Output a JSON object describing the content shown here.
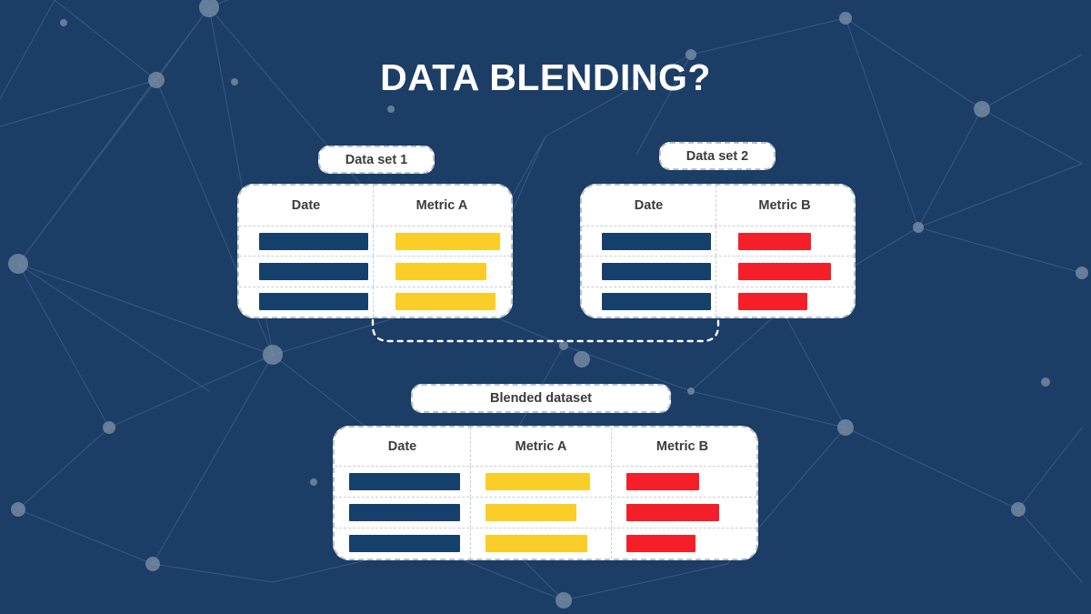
{
  "page": {
    "title": "DATA BLENDING?",
    "background_color": "#1b3d66"
  },
  "colors": {
    "background": "#1b3d66",
    "card_background": "#ffffff",
    "dashed_border": "#b9c3ce",
    "grid_line": "#c8d0d9",
    "heading_text": "#ffffff",
    "label_text": "#3c3c3c",
    "bar_date": "#16406c",
    "bar_metric_a": "#fbcd28",
    "bar_metric_b": "#f41f28",
    "network_node": "#7f93ab"
  },
  "datasets": [
    {
      "pill_label": "Data set 1",
      "columns": [
        "Date",
        "Metric A"
      ],
      "rows": [
        {
          "date_bar": 120,
          "value_bar": 115,
          "value_type": "metric_a"
        },
        {
          "date_bar": 120,
          "value_bar": 100,
          "value_type": "metric_a"
        },
        {
          "date_bar": 120,
          "value_bar": 110,
          "value_type": "metric_a"
        }
      ]
    },
    {
      "pill_label": "Data set 2",
      "columns": [
        "Date",
        "Metric B"
      ],
      "rows": [
        {
          "date_bar": 120,
          "value_bar": 80,
          "value_type": "metric_b"
        },
        {
          "date_bar": 120,
          "value_bar": 102,
          "value_type": "metric_b"
        },
        {
          "date_bar": 120,
          "value_bar": 76,
          "value_type": "metric_b"
        }
      ]
    }
  ],
  "blended": {
    "pill_label": "Blended dataset",
    "columns": [
      "Date",
      "Metric A",
      "Metric B"
    ],
    "rows": [
      {
        "date_bar": 122,
        "metric_a_bar": 115,
        "metric_b_bar": 80
      },
      {
        "date_bar": 122,
        "metric_a_bar": 100,
        "metric_b_bar": 102
      },
      {
        "date_bar": 122,
        "metric_a_bar": 112,
        "metric_b_bar": 76
      }
    ]
  },
  "connector": {
    "description": "dashed-bracket-connector"
  },
  "chart_data": {
    "type": "table",
    "title": "DATA BLENDING?",
    "tables": [
      {
        "name": "Data set 1",
        "columns": [
          "Date",
          "Metric A"
        ],
        "rows": [
          [
            "bar",
            115
          ],
          [
            "bar",
            100
          ],
          [
            "bar",
            110
          ]
        ]
      },
      {
        "name": "Data set 2",
        "columns": [
          "Date",
          "Metric B"
        ],
        "rows": [
          [
            "bar",
            80
          ],
          [
            "bar",
            102
          ],
          [
            "bar",
            76
          ]
        ]
      },
      {
        "name": "Blended dataset",
        "columns": [
          "Date",
          "Metric A",
          "Metric B"
        ],
        "rows": [
          [
            "bar",
            115,
            80
          ],
          [
            "bar",
            100,
            102
          ],
          [
            "bar",
            112,
            76
          ]
        ]
      }
    ]
  }
}
